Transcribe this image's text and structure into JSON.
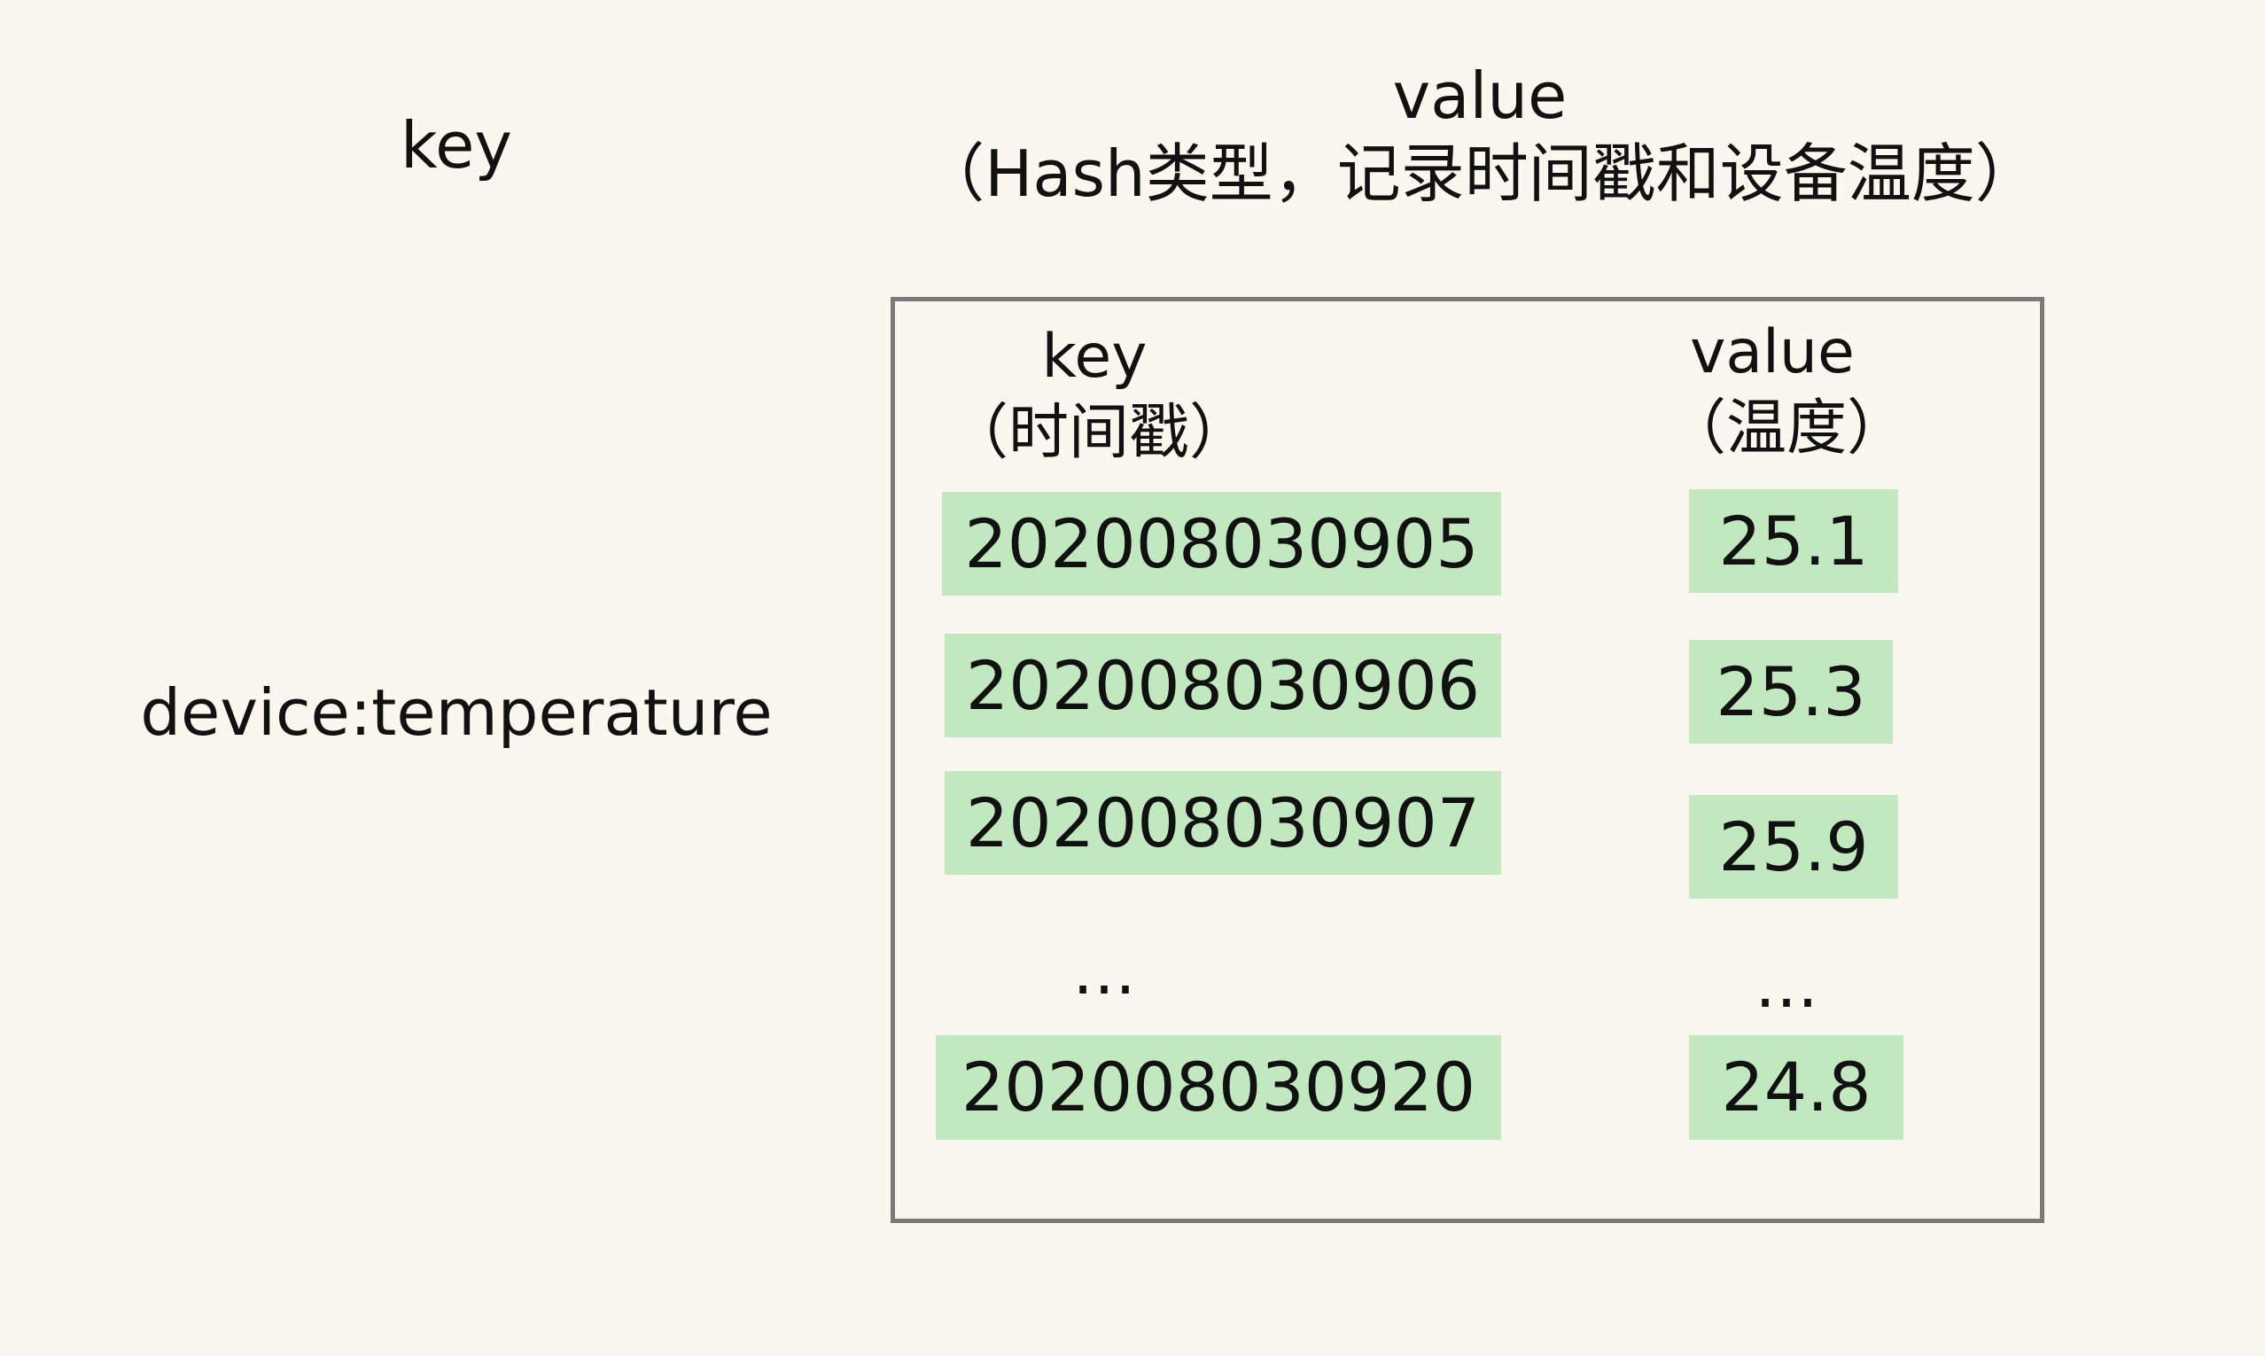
{
  "outer": {
    "key_header": "key",
    "value_header_line1": "value",
    "value_header_line2": "（Hash类型，记录时间戳和设备温度）",
    "key_name": "device:temperature"
  },
  "hash": {
    "key_header_line1": "key",
    "key_header_line2": "（时间戳）",
    "value_header_line1": "value",
    "value_header_line2": "（温度）",
    "entries": [
      {
        "key": "202008030905",
        "value": "25.1"
      },
      {
        "key": "202008030906",
        "value": "25.3"
      },
      {
        "key": "202008030907",
        "value": "25.9"
      },
      {
        "key": "202008030920",
        "value": "24.8"
      }
    ],
    "key_ellipsis": "…",
    "value_ellipsis": "…"
  },
  "colors": {
    "background": "#faf8ee",
    "cell_fill": "#c2e8bf",
    "box_border": "#7a7a7a",
    "text": "#111111"
  }
}
